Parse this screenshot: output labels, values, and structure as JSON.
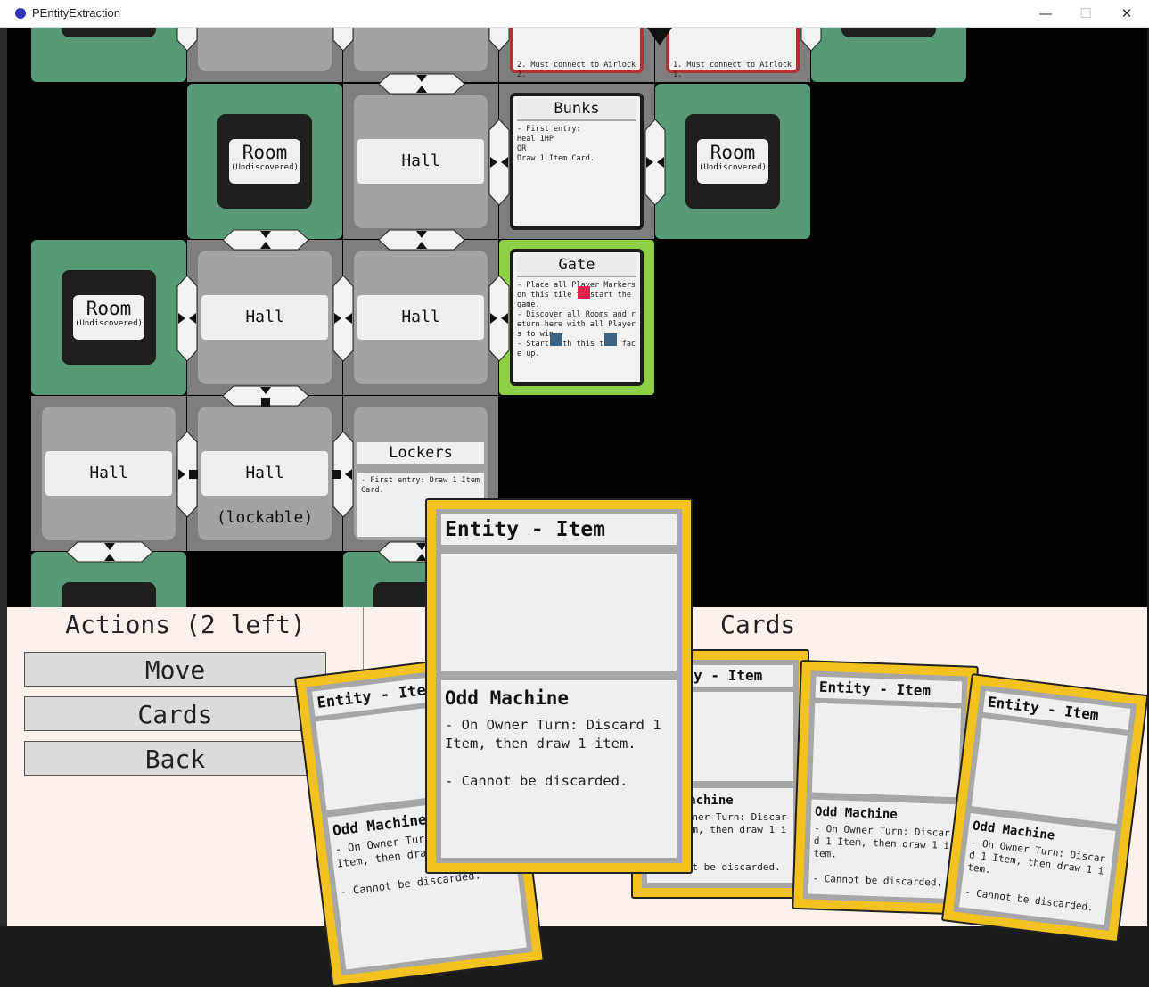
{
  "window": {
    "title": "PEntityExtraction",
    "minimize": "—",
    "maximize": "☐",
    "close": "✕"
  },
  "board": {
    "tiles": {
      "room_undiscovered_big": "Room",
      "room_undiscovered_small": "(Undiscovered)",
      "hall": "Hall",
      "hall_lockable": "Hall (lockable)",
      "bunks_title": "Bunks",
      "bunks_text": "- First entry:\nHeal 1HP\nOR\nDraw 1 Item Card.",
      "gate_title": "Gate",
      "gate_text": "- Place all Player Markers on this tile to start the game.\n- Discover all Rooms and return here with all Players to win.\n- Start with this tile face up.",
      "lockers_title": "Lockers",
      "lockers_text": "- First entry: Draw 1 Item Card.",
      "airlock2_text": "2. Must connect to Airlock 2.",
      "airlock1_text": "1. Must connect to Airlock 1."
    },
    "colors": {
      "room": "#569b75",
      "hall": "#7e7e7e",
      "gate": "#8ed043",
      "airlock": "#b23232",
      "player_red": "#e02450",
      "player_blue": "#3b6384"
    }
  },
  "actions": {
    "title": "Actions (2 left)",
    "buttons": [
      "Move",
      "Cards",
      "Back"
    ]
  },
  "cards": {
    "title": "Cards",
    "hand": [
      {
        "type": "Entity - Item",
        "name": "Odd Machine",
        "desc": "- On Owner Turn: Discard 1 Item, then draw 1 item.\n\n- Cannot be discarded."
      }
    ],
    "card_color": "#f4c21e"
  }
}
